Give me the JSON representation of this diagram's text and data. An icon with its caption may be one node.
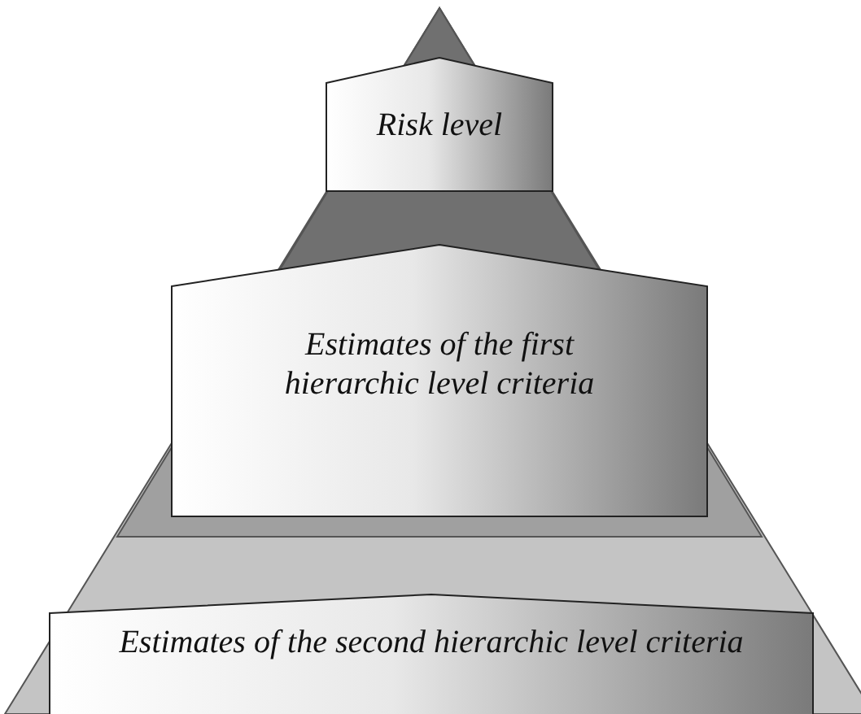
{
  "diagram": {
    "nodes": [
      {
        "text": [
          "Risk level"
        ]
      },
      {
        "text": [
          "Estimates of the first hierarchic level criteria"
        ]
      },
      {
        "text": [
          "Estimates of the second hierarchic level criteria"
        ]
      }
    ]
  }
}
